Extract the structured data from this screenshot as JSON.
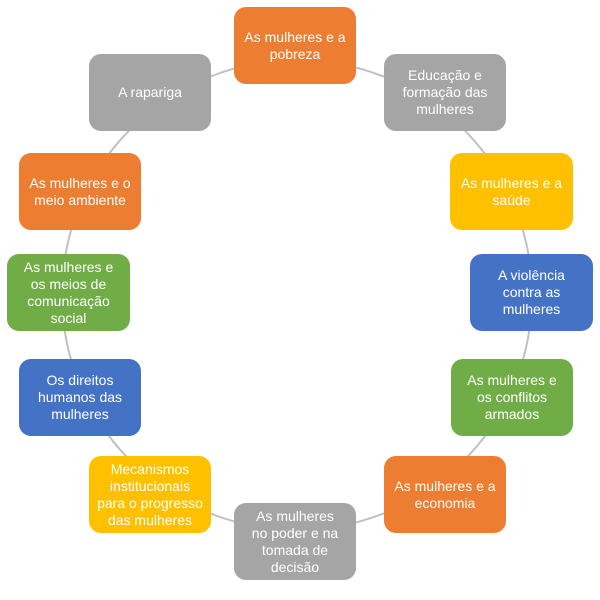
{
  "colors": {
    "orange": "#ED7D31",
    "gray": "#A5A5A5",
    "yellow": "#FFC000",
    "blue": "#4472C4",
    "green": "#70AD47",
    "ring": "#C0C0C0"
  },
  "nodes": [
    {
      "label": "As mulheres e a\npobreza",
      "color": "orange"
    },
    {
      "label": "Educação e\nformação das\nmulheres",
      "color": "gray"
    },
    {
      "label": "As mulheres e a\nsaúde",
      "color": "yellow"
    },
    {
      "label": "A violência\ncontra as\nmulheres",
      "color": "blue"
    },
    {
      "label": "As mulheres e\nos conflitos\narmados",
      "color": "green"
    },
    {
      "label": "As mulheres e a\neconomia",
      "color": "orange"
    },
    {
      "label": "As mulheres\nno poder e na\ntomada de\ndecisão",
      "color": "gray"
    },
    {
      "label": "Mecanismos\ninstitucionais\npara o progresso\ndas mulheres",
      "color": "yellow"
    },
    {
      "label": "Os direitos\nhumanos das\nmulheres",
      "color": "blue"
    },
    {
      "label": "As mulheres e\nos meios de\ncomunicação\nsocial",
      "color": "green"
    },
    {
      "label": "As mulheres e o\nmeio ambiente",
      "color": "orange"
    },
    {
      "label": "A rapariga",
      "color": "gray"
    }
  ]
}
